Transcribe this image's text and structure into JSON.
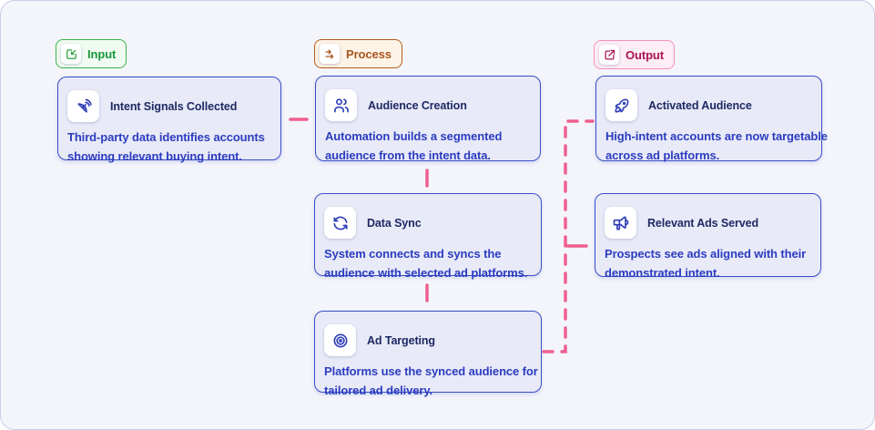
{
  "legend": {
    "input": {
      "label": "Input"
    },
    "process": {
      "label": "Process"
    },
    "output": {
      "label": "Output"
    }
  },
  "cards": {
    "intent": {
      "title": "Intent Signals Collected",
      "lines": [
        "Third-party data identifies accounts",
        "showing relevant buying intent."
      ]
    },
    "audience": {
      "title": "Audience Creation",
      "lines": [
        "Automation builds a segmented",
        "audience from the intent data."
      ]
    },
    "datasync": {
      "title": "Data Sync",
      "lines": [
        "System connects and syncs the",
        "audience with selected ad platforms."
      ]
    },
    "adtargeting": {
      "title": "Ad Targeting",
      "lines": [
        "Platforms use the synced audience for",
        "tailored ad delivery."
      ]
    },
    "activated": {
      "title": "Activated Audience",
      "lines": [
        "High-intent accounts are now targetable",
        "across ad platforms."
      ]
    },
    "relevant": {
      "title": "Relevant Ads Served",
      "lines": [
        "Prospects see ads aligned with their",
        "demonstrated intent."
      ]
    }
  },
  "icons": {
    "intent": "satellite-dish-icon",
    "audience": "users-icon",
    "datasync": "refresh-icon",
    "adtargeting": "target-icon",
    "activated": "rocket-icon",
    "relevant": "megaphone-icon",
    "input": "box-arrow-in-icon",
    "process": "transfer-arrows-icon",
    "output": "external-link-icon"
  },
  "colors": {
    "panel_bg": "#f4f5fb",
    "panel_border": "#c8cdea",
    "card_bg": "#e8eaf8",
    "card_border": "#3a4ec4",
    "card_title": "#1e2963",
    "card_body": "#2c3cbf",
    "connector_pink": "#ee5f8f",
    "input_green": "#17993b",
    "process_orange": "#a9561f",
    "output_crimson": "#a81355"
  }
}
